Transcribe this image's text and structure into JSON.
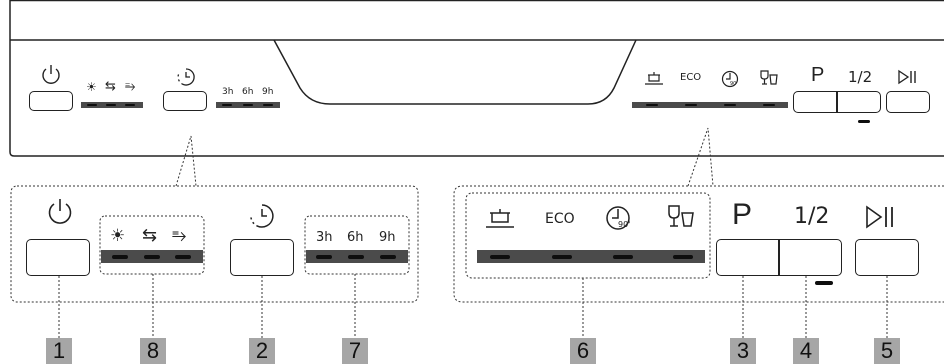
{
  "top_panel": {
    "timer_labels": [
      "3h",
      "6h",
      "9h"
    ],
    "program_labels": {
      "eco": "ECO"
    },
    "program_button": "P",
    "half_button": "1/2"
  },
  "detail": {
    "timer_labels": [
      "3h",
      "6h",
      "9h"
    ],
    "eco_label": "ECO",
    "program_button": "P",
    "half_button": "1/2",
    "icons": [
      "power-icon",
      "rinse-aid-icon",
      "salt-icon",
      "water-tap-icon",
      "delay-timer-icon",
      "pot-icon",
      "eco-icon",
      "quick-90-icon",
      "glass-icon",
      "play-pause-icon"
    ]
  },
  "callouts": [
    "1",
    "8",
    "2",
    "7",
    "6",
    "3",
    "4",
    "5"
  ]
}
